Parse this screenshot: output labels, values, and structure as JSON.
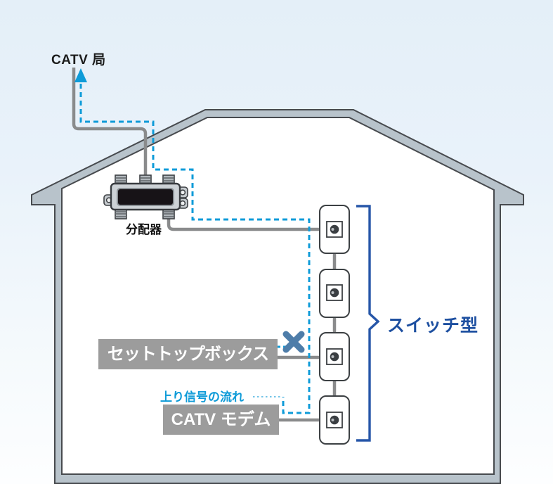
{
  "diagram": {
    "kind": "catv-home-wiring",
    "nodes": {
      "catv_office": "CATV 局",
      "splitter": "分配器",
      "set_top_box": "セットトップボックス",
      "catv_modem": "CATV モデム"
    },
    "annotations": {
      "upstream_flow": "上り信号の流れ",
      "switch_type": "スイッチ型"
    },
    "outlets": {
      "count": 4
    },
    "colors": {
      "upstream_dash_blue": "#0e9bd8",
      "pointer_dot_blue": "#74c4e7",
      "bracket_blue": "#2656a8",
      "switch_label_blue": "#1d4fa0",
      "blocked_x_steel_blue": "#4e7da9",
      "cable_gray": "#8a8b8c",
      "house_structure_gray": "#b8c3cb",
      "house_outline": "#474a4e",
      "label_bg_gray": "#9c9c9c",
      "background_top": "#e4eff8",
      "background_bottom": "#fdfeff"
    }
  }
}
